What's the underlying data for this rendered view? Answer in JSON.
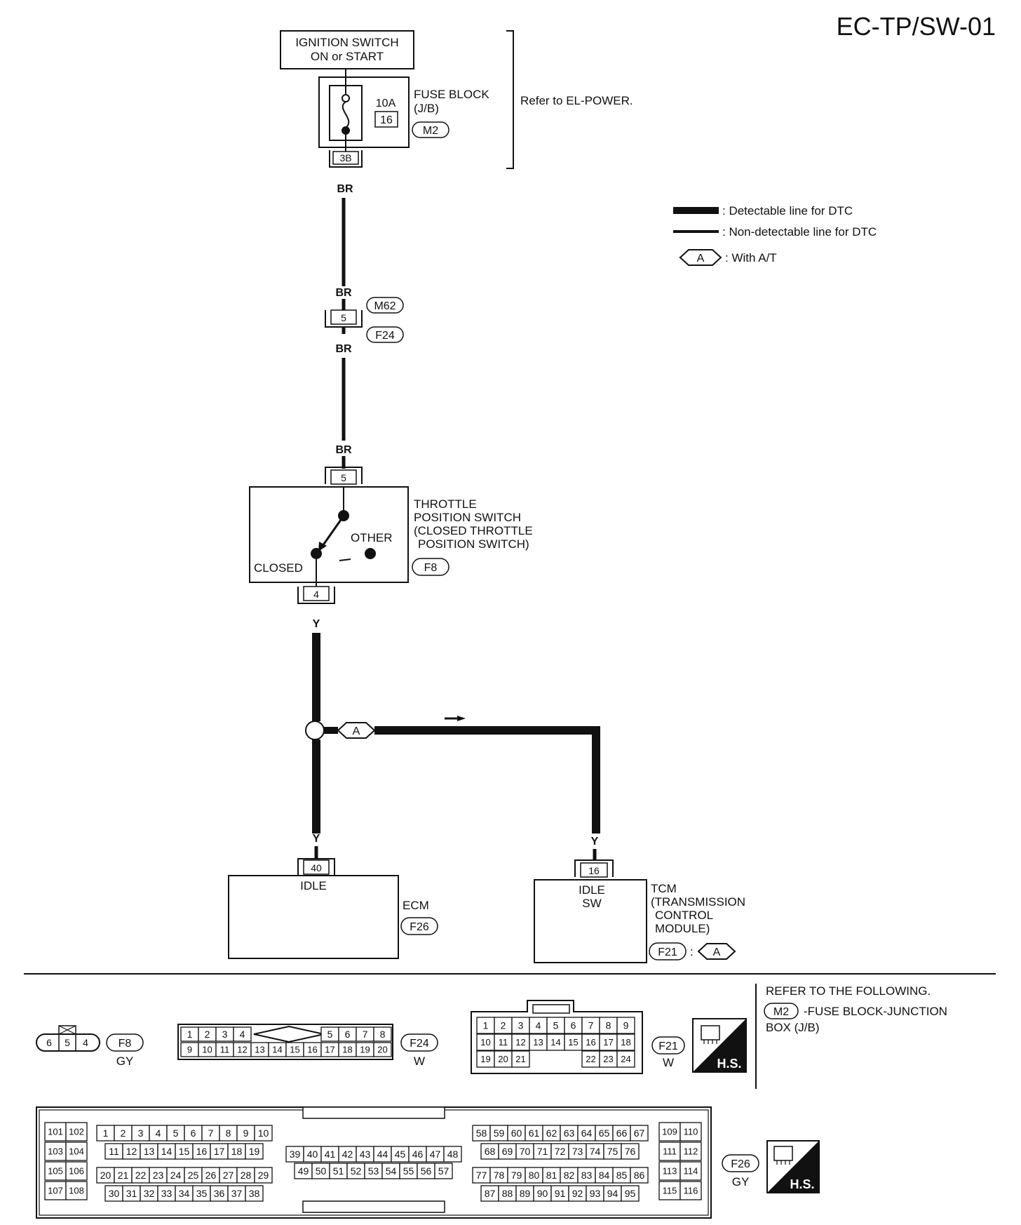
{
  "page_id": "EC-TP/SW-01",
  "ignition": {
    "line1": "IGNITION SWITCH",
    "line2": "ON or START"
  },
  "fuse": {
    "line1": "FUSE BLOCK",
    "line2": "(J/B)",
    "amp": "10A",
    "num": "16",
    "conn": "M2",
    "pin": "3B",
    "refer": "Refer to EL-POWER."
  },
  "legend": {
    "detectable": ": Detectable line for DTC",
    "nondetectable": ": Non-detectable line for DTC",
    "tag": "A",
    "with_at": ": With A/T"
  },
  "wires": {
    "br": "BR",
    "y": "Y"
  },
  "joint": {
    "pin": "5",
    "conn_top": "M62",
    "conn_bottom": "F24"
  },
  "tps": {
    "pin_top": "5",
    "line1": "THROTTLE",
    "line2": "POSITION SWITCH",
    "line3": "(CLOSED THROTTLE",
    "line4": "POSITION SWITCH)",
    "other": "OTHER",
    "closed": "CLOSED",
    "conn": "F8",
    "pin_bottom": "4"
  },
  "ecm": {
    "pin": "40",
    "terminal": "IDLE",
    "name": "ECM",
    "conn": "F26"
  },
  "tcm": {
    "pin": "16",
    "terminal1": "IDLE",
    "terminal2": "SW",
    "line1": "TCM",
    "line2": "(TRANSMISSION",
    "line3": "CONTROL",
    "line4": "MODULE)",
    "conn": "F21",
    "colon": ":",
    "tag": "A"
  },
  "refer": {
    "title": "REFER TO THE FOLLOWING.",
    "conn": "M2",
    "text1": "-FUSE BLOCK-JUNCTION",
    "text2": "BOX (J/B)"
  },
  "connectors": {
    "f8": {
      "pins": [
        "6",
        "5",
        "4"
      ],
      "name": "F8",
      "color": "GY"
    },
    "f24": {
      "row1a": [
        "1",
        "2",
        "3",
        "4"
      ],
      "row1b": [
        "5",
        "6",
        "7",
        "8"
      ],
      "row2": [
        "9",
        "10",
        "11",
        "12",
        "13",
        "14",
        "15",
        "16",
        "17",
        "18",
        "19",
        "20"
      ],
      "name": "F24",
      "color": "W"
    },
    "f21": {
      "row1": [
        "1",
        "2",
        "3",
        "4",
        "5",
        "6",
        "7",
        "8",
        "9"
      ],
      "row2": [
        "10",
        "11",
        "12",
        "13",
        "14",
        "15",
        "16",
        "17",
        "18"
      ],
      "row3a": [
        "19",
        "20",
        "21"
      ],
      "row3b": [
        "22",
        "23",
        "24"
      ],
      "name": "F21",
      "color": "W"
    },
    "f26": {
      "g1": [
        "101",
        "102",
        "103",
        "104",
        "105",
        "106",
        "107",
        "108"
      ],
      "g2r1": [
        "1",
        "2",
        "3",
        "4",
        "5",
        "6",
        "7",
        "8",
        "9",
        "10"
      ],
      "g2r2": [
        "11",
        "12",
        "13",
        "14",
        "15",
        "16",
        "17",
        "18",
        "19"
      ],
      "g2r3": [
        "20",
        "21",
        "22",
        "23",
        "24",
        "25",
        "26",
        "27",
        "28",
        "29"
      ],
      "g2r4": [
        "30",
        "31",
        "32",
        "33",
        "34",
        "35",
        "36",
        "37",
        "38"
      ],
      "g3r1": [
        "39",
        "40",
        "41",
        "42",
        "43",
        "44",
        "45",
        "46",
        "47",
        "48"
      ],
      "g3r2": [
        "49",
        "50",
        "51",
        "52",
        "53",
        "54",
        "55",
        "56",
        "57"
      ],
      "g4r1": [
        "58",
        "59",
        "60",
        "61",
        "62",
        "63",
        "64",
        "65",
        "66",
        "67"
      ],
      "g4r2": [
        "68",
        "69",
        "70",
        "71",
        "72",
        "73",
        "74",
        "75",
        "76"
      ],
      "g4r3": [
        "77",
        "78",
        "79",
        "80",
        "81",
        "82",
        "83",
        "84",
        "85",
        "86"
      ],
      "g4r4": [
        "87",
        "88",
        "89",
        "90",
        "91",
        "92",
        "93",
        "94",
        "95"
      ],
      "g5": [
        "109",
        "110",
        "111",
        "112",
        "113",
        "114",
        "115",
        "116"
      ],
      "name": "F26",
      "color": "GY"
    },
    "hs": "H.S."
  }
}
